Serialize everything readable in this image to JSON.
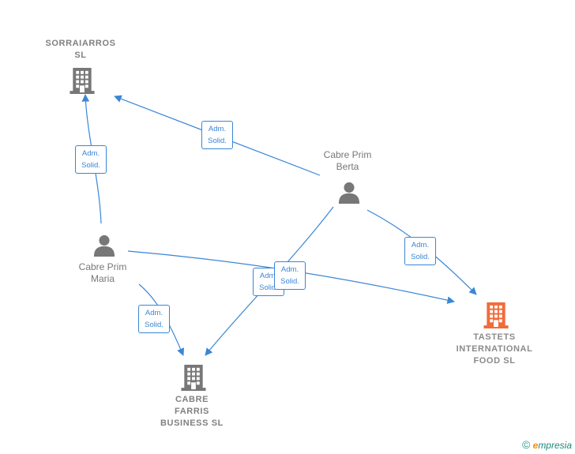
{
  "colors": {
    "edge": "#3a86d6",
    "node": "#777777",
    "focus_node": "#f26b3a",
    "brand": "#1a8a7a"
  },
  "nodes": {
    "sorraiarros": {
      "label": "SORRAIARROS\nSL",
      "icon": "building-icon"
    },
    "berta": {
      "label": "Cabre Prim\nBerta",
      "icon": "person-icon"
    },
    "maria": {
      "label": "Cabre Prim\nMaria",
      "icon": "person-icon"
    },
    "tastets": {
      "label": "TASTETS\nINTERNATIONAL\nFOOD  SL",
      "icon": "building-icon"
    },
    "cabre_farris": {
      "label": "CABRE\nFARRIS\nBUSINESS  SL",
      "icon": "building-icon"
    }
  },
  "edges": [
    {
      "label": "Adm.\nSolid."
    },
    {
      "label": "Adm.\nSolid."
    },
    {
      "label": "Adm.\nSolid."
    },
    {
      "label": "Adm.\nSolid."
    },
    {
      "label": "Adm.\nSolid."
    },
    {
      "label": "Adm.\nSolid."
    }
  ],
  "footer": {
    "copyright": "©",
    "brand_initial": "e",
    "brand_rest": "mpresia"
  }
}
